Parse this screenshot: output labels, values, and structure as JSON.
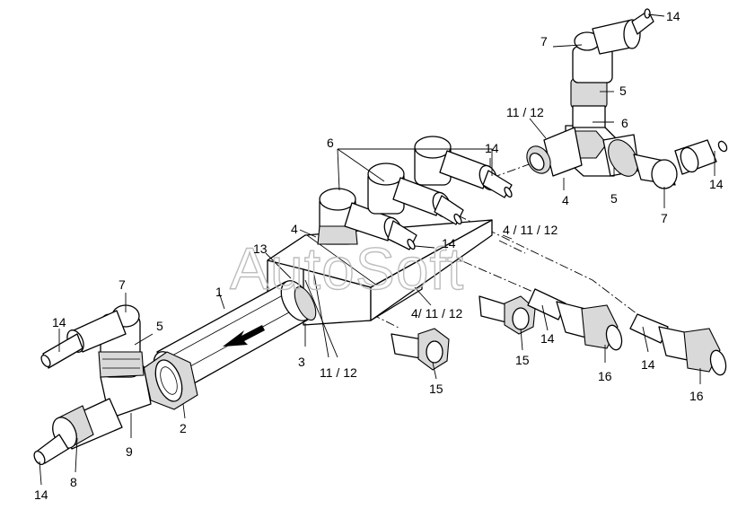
{
  "watermark": "AutoSoft",
  "labels": {
    "l1": "1",
    "l2": "2",
    "l3": "3",
    "l4a": "4",
    "l4b": "4",
    "l5a": "5",
    "l5b": "5",
    "l5c": "5",
    "l6a": "6",
    "l6b": "6",
    "l7a": "7",
    "l7b": "7",
    "l7c": "7",
    "l8": "8",
    "l9": "9",
    "l1112a": "11 / 12",
    "l1112b": "11 / 12",
    "l41112a": "4 / 11 / 12",
    "l41112b": "4/ 11 / 12",
    "l13": "13",
    "l14a": "14",
    "l14b": "14",
    "l14c": "14",
    "l14d": "14",
    "l14e": "14",
    "l14f": "14",
    "l14g": "14",
    "l15a": "15",
    "l15b": "15",
    "l16a": "16",
    "l16b": "16"
  }
}
